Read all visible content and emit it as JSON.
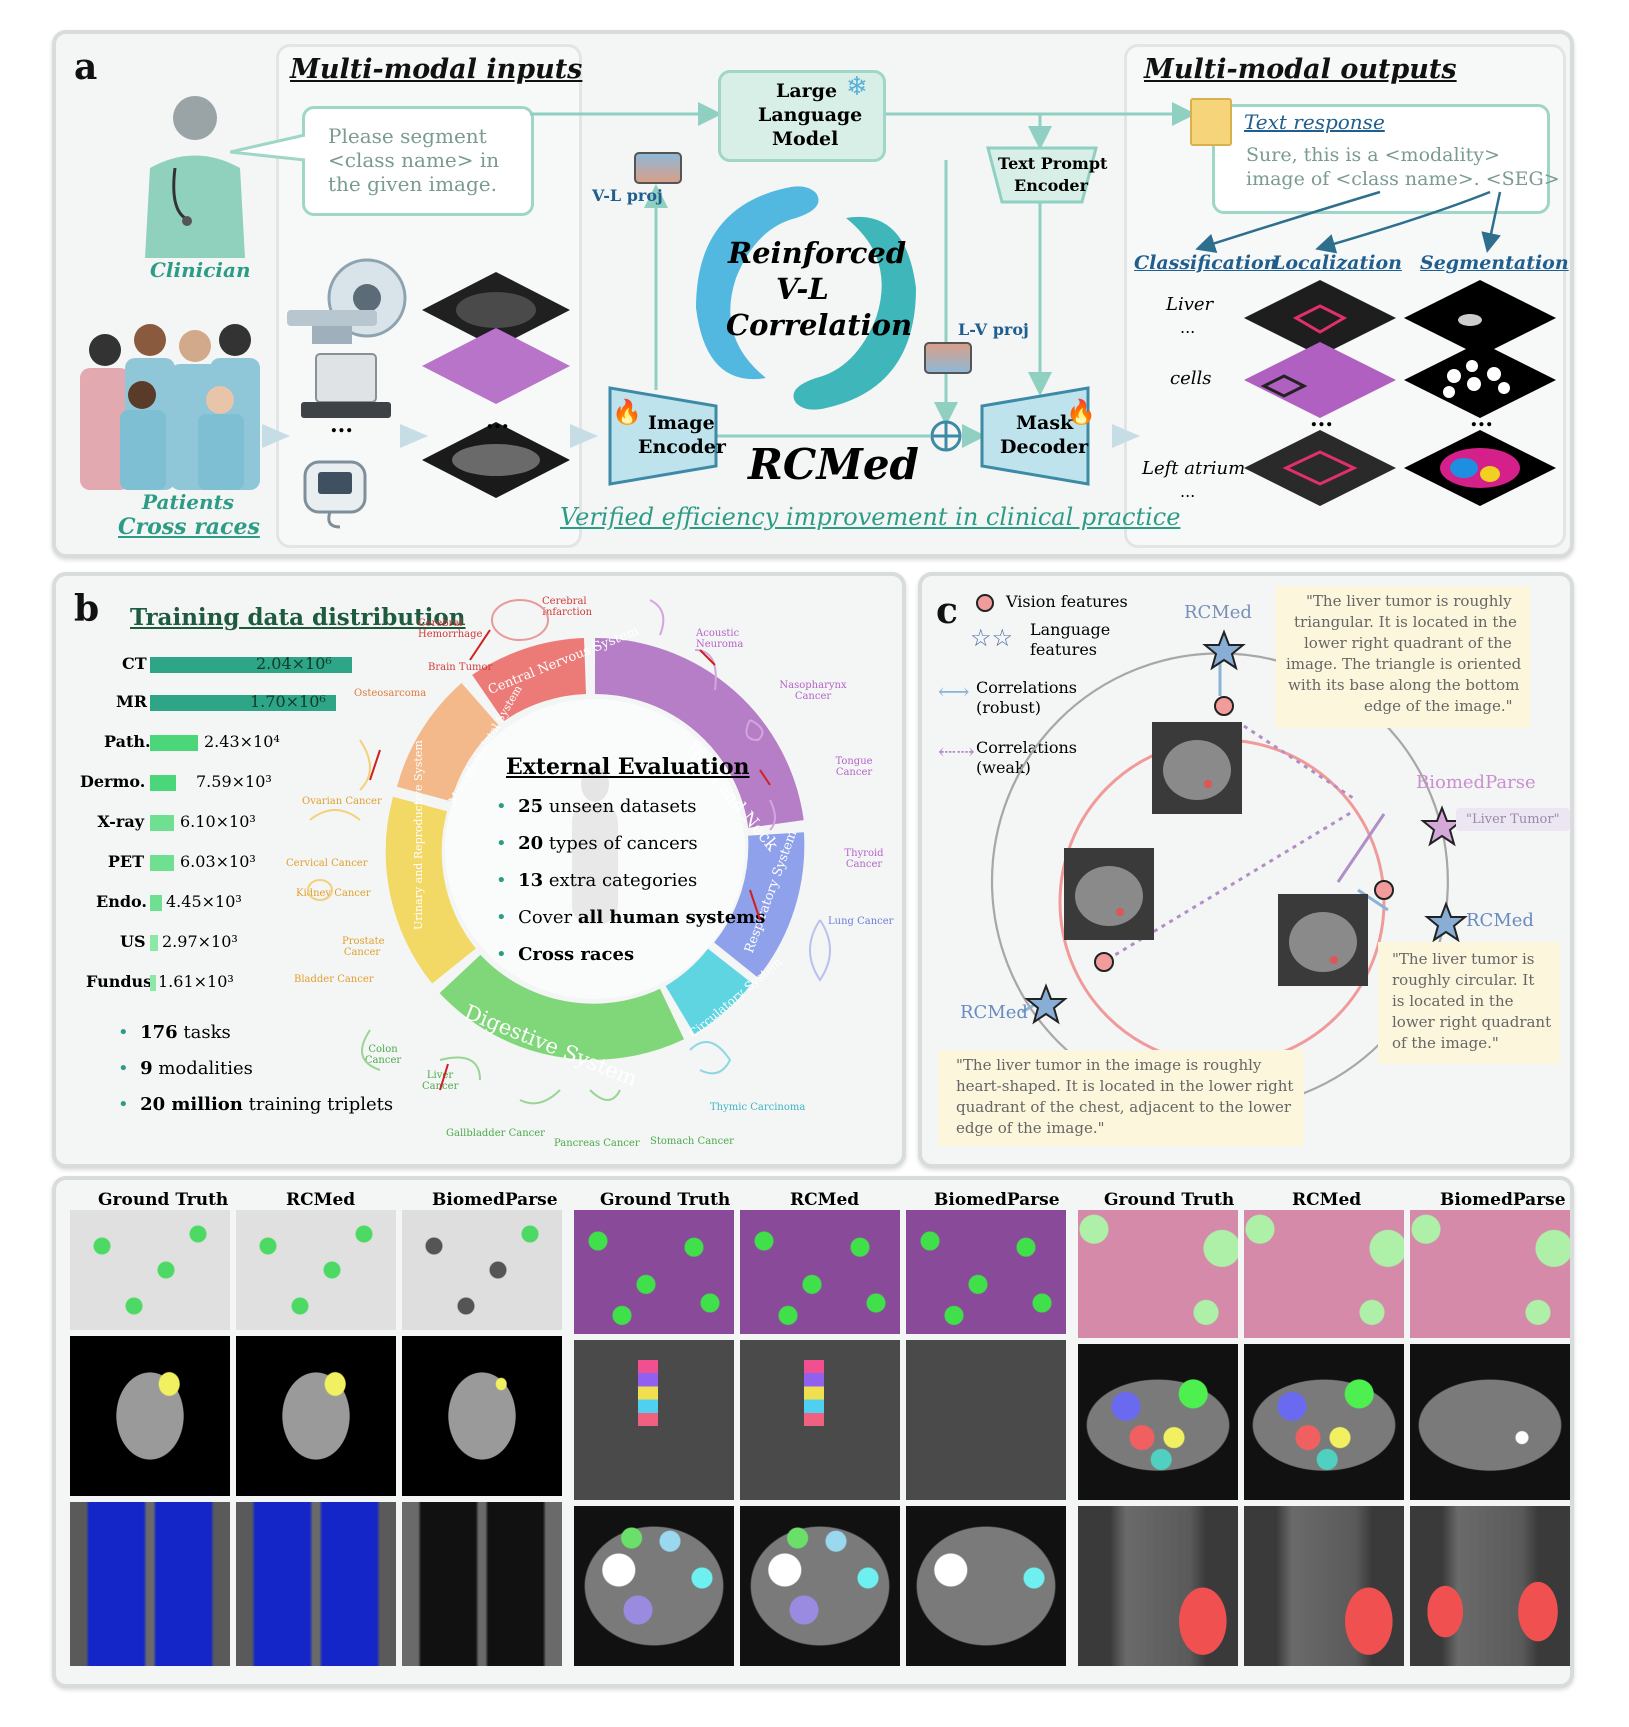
{
  "panel_a": {
    "label": "a",
    "inputs_title": "Multi-modal inputs",
    "outputs_title": "Multi-modal outputs",
    "prompt_text": [
      "Please segment",
      "<class name> in",
      "the given image."
    ],
    "clinician": "Clinician",
    "patients": "Patients",
    "cross_races": "Cross races",
    "llm": [
      "Large",
      "Language",
      "Model"
    ],
    "vl_proj": "V-L proj",
    "lv_proj": "L-V proj",
    "text_prompt_encoder": [
      "Text Prompt",
      "Encoder"
    ],
    "reinforced": [
      "Reinforced",
      "V-L",
      "Correlation"
    ],
    "image_encoder": [
      "Image",
      "Encoder"
    ],
    "mask_decoder": [
      "Mask",
      "Decoder"
    ],
    "rcmed": "RCMed",
    "verified": "Verified efficiency improvement in clinical practice",
    "text_response_title": "Text response",
    "response_line1": "Sure, this is a <modality>",
    "response_line2": "image of <class name>. <SEG>",
    "classification": "Classification",
    "localization": "Localization",
    "segmentation": "Segmentation",
    "class_labels": [
      "Liver",
      "...",
      "cells",
      "Left atrium",
      "..."
    ],
    "ellipsis": "..."
  },
  "panel_b": {
    "label": "b",
    "title": "Training data distribution",
    "modalities": [
      {
        "name": "CT",
        "value": "2.04×10⁶",
        "num": 2040000
      },
      {
        "name": "MR",
        "value": "1.70×10⁶",
        "num": 1700000
      },
      {
        "name": "Path.",
        "value": "2.43×10⁴",
        "num": 24300
      },
      {
        "name": "Dermo.",
        "value": "7.59×10³",
        "num": 7590
      },
      {
        "name": "X-ray",
        "value": "6.10×10³",
        "num": 6100
      },
      {
        "name": "PET",
        "value": "6.03×10³",
        "num": 6030
      },
      {
        "name": "Endo.",
        "value": "4.45×10³",
        "num": 4450
      },
      {
        "name": "US",
        "value": "2.97×10³",
        "num": 2970
      },
      {
        "name": "Fundus",
        "value": "1.61×10³",
        "num": 1610
      }
    ],
    "stats": [
      {
        "bold": "176",
        "rest": " tasks"
      },
      {
        "bold": "9",
        "rest": " modalities"
      },
      {
        "bold": "20 million",
        "rest": " training triplets"
      }
    ],
    "external_title": "External Evaluation",
    "external_items": [
      {
        "bold": "25",
        "rest": " unseen datasets"
      },
      {
        "bold": "20",
        "rest": " types of cancers"
      },
      {
        "bold": "13",
        "rest": " extra categories"
      },
      {
        "pre": "Cover ",
        "bold": "all human systems",
        "rest": ""
      },
      {
        "bold": "Cross races",
        "rest": ""
      }
    ],
    "systems": [
      "Central Nervous System",
      "Head and Neck",
      "Respiratory System",
      "Circulatory System",
      "Digestive System",
      "Urinary and Reproductive System",
      "Musculoskeletal System"
    ],
    "organs": [
      "Cerebral Hemorrhage",
      "Cerebral Infarction",
      "Brain Tumor",
      "Osteosarcoma",
      "Acoustic Neuroma",
      "Nasopharynx Cancer",
      "Tongue Cancer",
      "Thyroid Cancer",
      "Lung Cancer",
      "Ovarian Cancer",
      "Cervical Cancer",
      "Kidney Cancer",
      "Prostate Cancer",
      "Bladder Cancer",
      "Colon Cancer",
      "Liver Cancer",
      "Gallbladder Cancer",
      "Pancreas Cancer",
      "Stomach Cancer",
      "Thymic Carcinoma"
    ]
  },
  "panel_c": {
    "label": "c",
    "legend_vision": "Vision features",
    "legend_language": [
      "Language",
      "features"
    ],
    "legend_robust": [
      "Correlations",
      "(robust)"
    ],
    "legend_weak": [
      "Correlations",
      "(weak)"
    ],
    "rcmed": "RCMed",
    "biomedparse": "BiomedParse",
    "liver_tumor_tag": "\"Liver Tumor\"",
    "quote_top": [
      "\"The liver tumor is roughly",
      "triangular. It is located in the",
      "lower right quadrant of the",
      "image. The triangle is oriented",
      "with its base along the bottom",
      "edge of the image.\""
    ],
    "quote_right": [
      "\"The liver tumor is",
      "roughly circular. It",
      "is located in the",
      "lower right quadrant",
      "of the image.\""
    ],
    "quote_bottom": [
      "\"The liver tumor in the image is roughly",
      "heart-shaped. It is located in the lower right",
      "quadrant of the chest, adjacent to the lower",
      "edge of the image.\""
    ]
  },
  "panel_d": {
    "headers": [
      "Ground Truth",
      "RCMed",
      "BiomedParse",
      "Ground Truth",
      "RCMed",
      "BiomedParse",
      "Ground Truth",
      "RCMed",
      "BiomedParse"
    ]
  },
  "colors": {
    "teal": "#2d9c86",
    "blue": "#1f5e8e",
    "bar": "#2fa587",
    "bar_light": "#4cd67a"
  }
}
